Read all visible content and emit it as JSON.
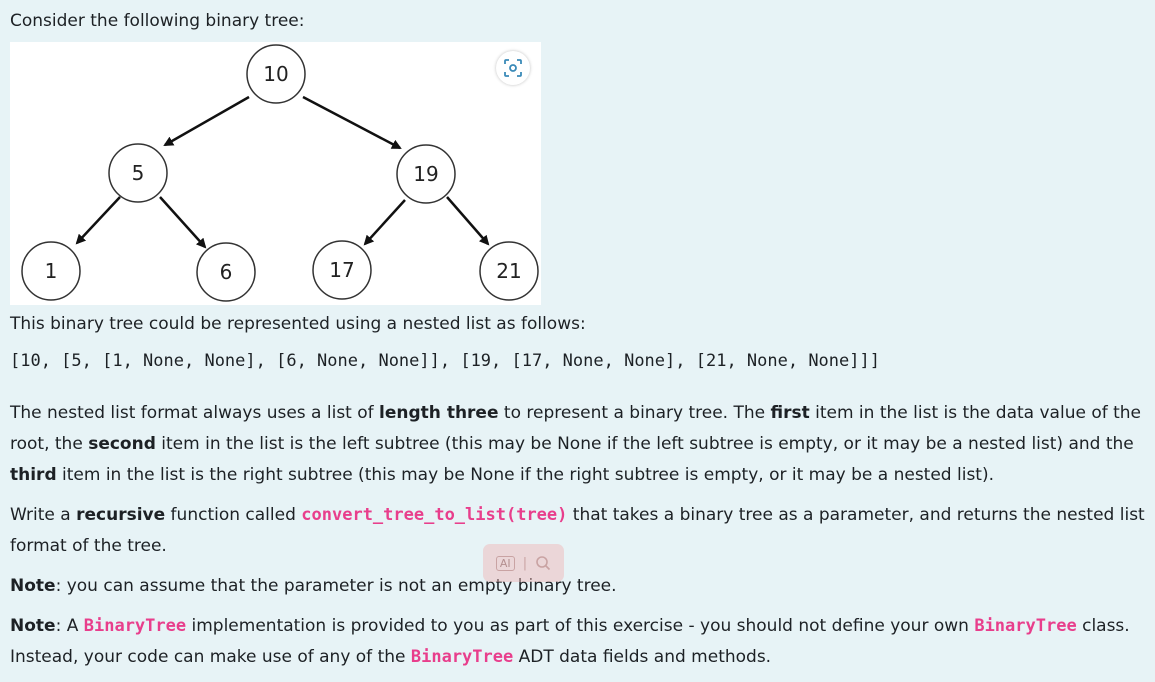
{
  "intro": "Consider the following binary tree:",
  "tree": {
    "nodes": [
      "10",
      "5",
      "19",
      "1",
      "6",
      "17",
      "21"
    ]
  },
  "represented": "This binary tree could be represented using a nested list as follows:",
  "nested_list": "[10, [5, [1, None, None], [6, None, None]], [19, [17, None, None], [21, None, None]]]",
  "para1": {
    "t1": "The nested list format always uses a list of ",
    "b1": "length three",
    "t2": " to represent a binary tree. The ",
    "b2": "first",
    "t3": " item in the list is the data value of the root, the ",
    "b3": "second",
    "t4": " item in the list is the left subtree (this may be None if the left subtree is empty, or it may be a nested list) and the ",
    "b4": "third",
    "t5": " item in the list is the right subtree (this may be None if the right subtree is empty, or it may be a nested list)."
  },
  "para2": {
    "t1": "Write a ",
    "b1": "recursive",
    "t2": " function called ",
    "code": "convert_tree_to_list(tree)",
    "t3": " that takes a binary tree as a parameter, and returns the nested list format of the tree."
  },
  "note1": {
    "label": "Note",
    "text": ": you can assume that the parameter is not an empty binary tree."
  },
  "note2": {
    "label": "Note",
    "t1": ": A ",
    "code1": "BinaryTree",
    "t2": " implementation is provided to you as part of this exercise - you should not define your own ",
    "code2": "BinaryTree",
    "t3": " class. Instead, your code can make use of any of the ",
    "code3": "BinaryTree",
    "t4": " ADT data fields and methods."
  },
  "overlay": {
    "ai_label": "AI"
  },
  "colors": {
    "background": "#e7f3f6",
    "code": "#e83e8c"
  },
  "icons": [
    "scan-icon",
    "ai-icon",
    "search-icon"
  ]
}
